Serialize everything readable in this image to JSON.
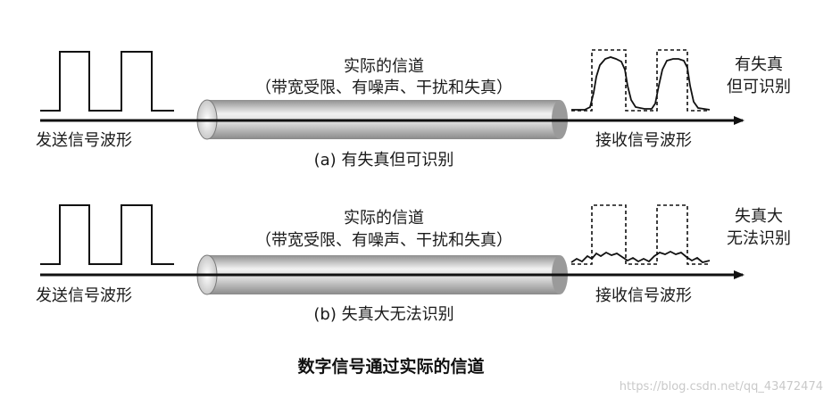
{
  "panels": [
    {
      "channel_title": "实际的信道",
      "channel_subtitle": "（带宽受限、有噪声、干扰和失真）",
      "send_label": "发送信号波形",
      "receive_label": "接收信号波形",
      "caption": "(a) 有失真但可识别",
      "verdict_line1": "有失真",
      "verdict_line2": "但可识别"
    },
    {
      "channel_title": "实际的信道",
      "channel_subtitle": "（带宽受限、有噪声、干扰和失真）",
      "send_label": "发送信号波形",
      "receive_label": "接收信号波形",
      "caption": "(b) 失真大无法识别",
      "verdict_line1": "失真大",
      "verdict_line2": "无法识别"
    }
  ],
  "figure_title": "数字信号通过实际的信道",
  "watermark": "https://blog.csdn.net/qq_43472474",
  "colors": {
    "tube_light": "#f2f2f2",
    "tube_mid": "#cfcfcf",
    "tube_dark": "#8f8f8f",
    "ink": "#111111"
  }
}
